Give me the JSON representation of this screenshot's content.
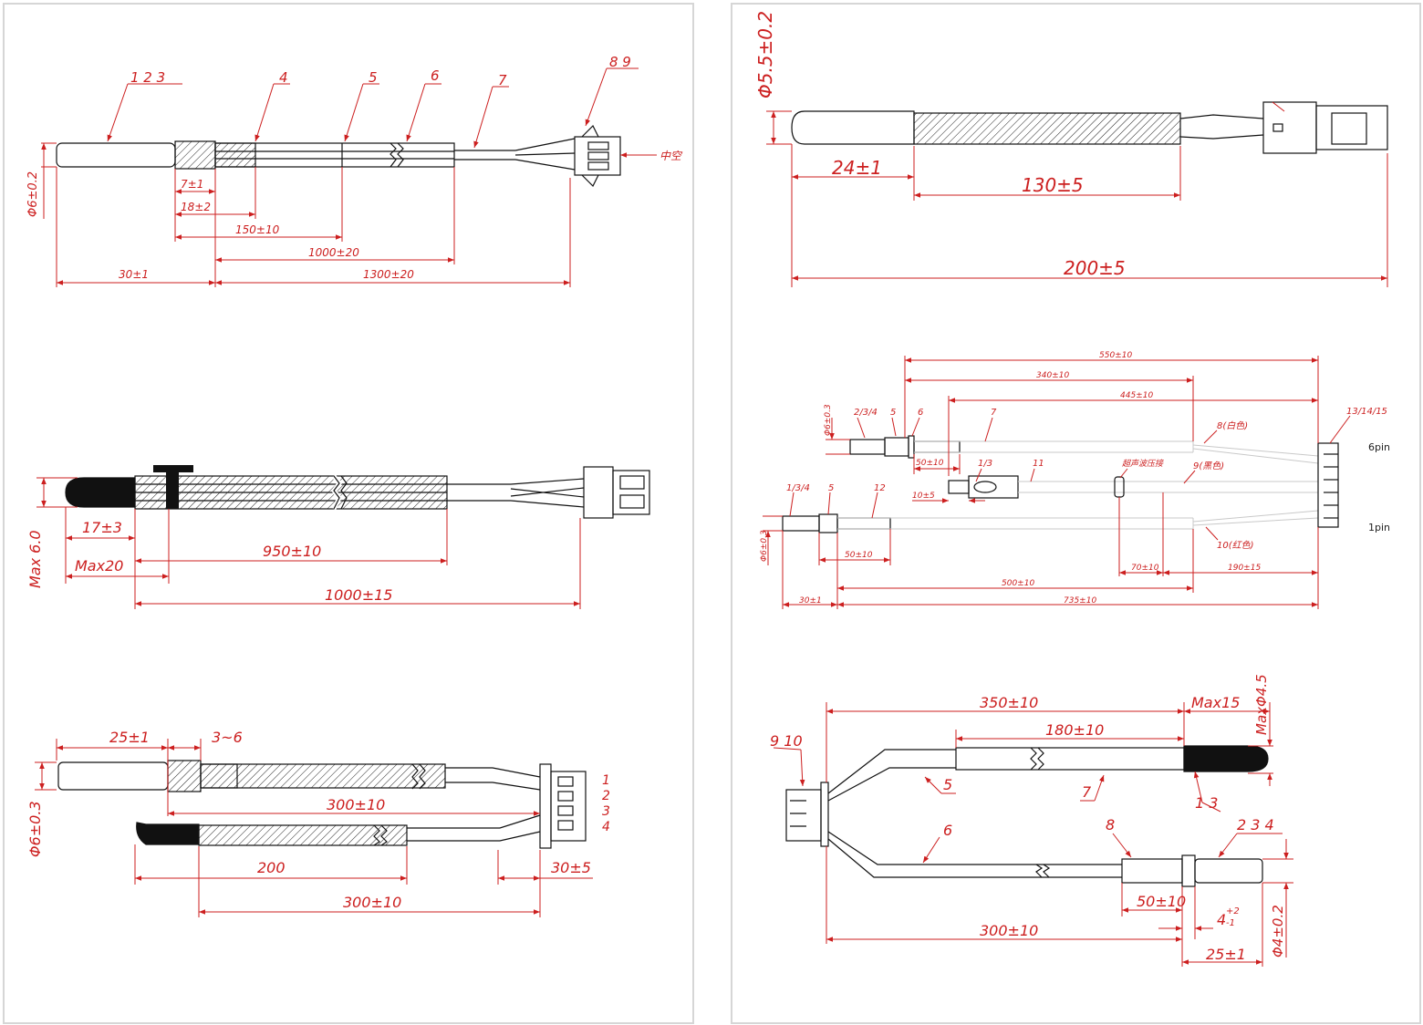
{
  "sheets": {
    "left": {
      "drawing1": {
        "callouts": [
          "1 2 3",
          "4",
          "5",
          "6",
          "7",
          "8 9"
        ],
        "connector_note": "中空",
        "dimensions": {
          "dia": "Φ6±0.2",
          "d7": "7±1",
          "d18": "18±2",
          "d150": "150±10",
          "d1000": "1000±20",
          "d30": "30±1",
          "d1300": "1300±20"
        }
      },
      "drawing2": {
        "dimensions": {
          "max6": "Max 6.0",
          "d17": "17±3",
          "max20": "Max20",
          "d950": "950±10",
          "d1000": "1000±15"
        }
      },
      "drawing3": {
        "dimensions": {
          "d25": "25±1",
          "d36": "3~6",
          "dia": "Φ6±0.3",
          "d300a": "300±10",
          "d200": "200",
          "d300b": "300±10",
          "d30": "30±5"
        },
        "pins": [
          "1",
          "2",
          "3",
          "4"
        ]
      }
    },
    "right": {
      "drawing4": {
        "dimensions": {
          "dia": "Φ5.5±0.2",
          "d24": "24±1",
          "d130": "130±5",
          "d200": "200±5"
        }
      },
      "drawing5": {
        "dimensions": {
          "d550": "550±10",
          "d340": "340±10",
          "d445": "445±10",
          "d50a": "50±10",
          "d10": "10±5",
          "d50b": "50±10",
          "d500": "500±10",
          "d70": "70±10",
          "d190": "190±15",
          "d30": "30±1",
          "d735": "735±10",
          "dia1": "Φ6±0.3",
          "dia2": "Φ6±0.3"
        },
        "callouts": [
          "2/3/4",
          "5",
          "6",
          "7",
          "8(白色)",
          "13/14/15",
          "1/3",
          "11",
          "超声波压接",
          "9(黑色)",
          "1/3/4",
          "5",
          "12",
          "10(红色)"
        ],
        "pin_labels": [
          "6pin",
          "1pin"
        ]
      },
      "drawing6": {
        "dimensions": {
          "d350": "350±10",
          "max15": "Max15",
          "maxdia": "MaxΦ4.5",
          "d180": "180±10",
          "d50": "50±10",
          "d4": "4",
          "tol_plus": "+2",
          "tol_minus": "-1",
          "d300": "300±10",
          "d25": "25±1",
          "dia": "Φ4±0.2"
        },
        "callouts": [
          "9 10",
          "5",
          "7",
          "1 3",
          "6",
          "8",
          "2 3 4"
        ]
      }
    }
  },
  "colors": {
    "dimension": "#cc1f1f",
    "line": "#111111",
    "sheet_border": "#d6d6d6"
  }
}
